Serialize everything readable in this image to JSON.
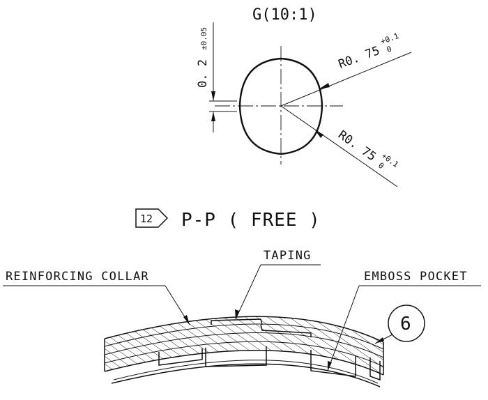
{
  "detail": {
    "title": "G(10:1)",
    "dim_thickness": "0. 2",
    "dim_thickness_tol": "±0.05",
    "radius_top": {
      "label": "R0. 75",
      "tol_upper": "+0.1",
      "tol_lower": "0"
    },
    "radius_bottom": {
      "label": "R0. 75",
      "tol_upper": "+0.1",
      "tol_lower": "0"
    }
  },
  "section": {
    "note_number": "12",
    "title": "P-P ( FREE )"
  },
  "callouts": {
    "taping": "TAPING",
    "reinforcing_collar": "REINFORCING COLLAR",
    "emboss_pocket": "EMBOSS POCKET",
    "balloon": "6"
  }
}
